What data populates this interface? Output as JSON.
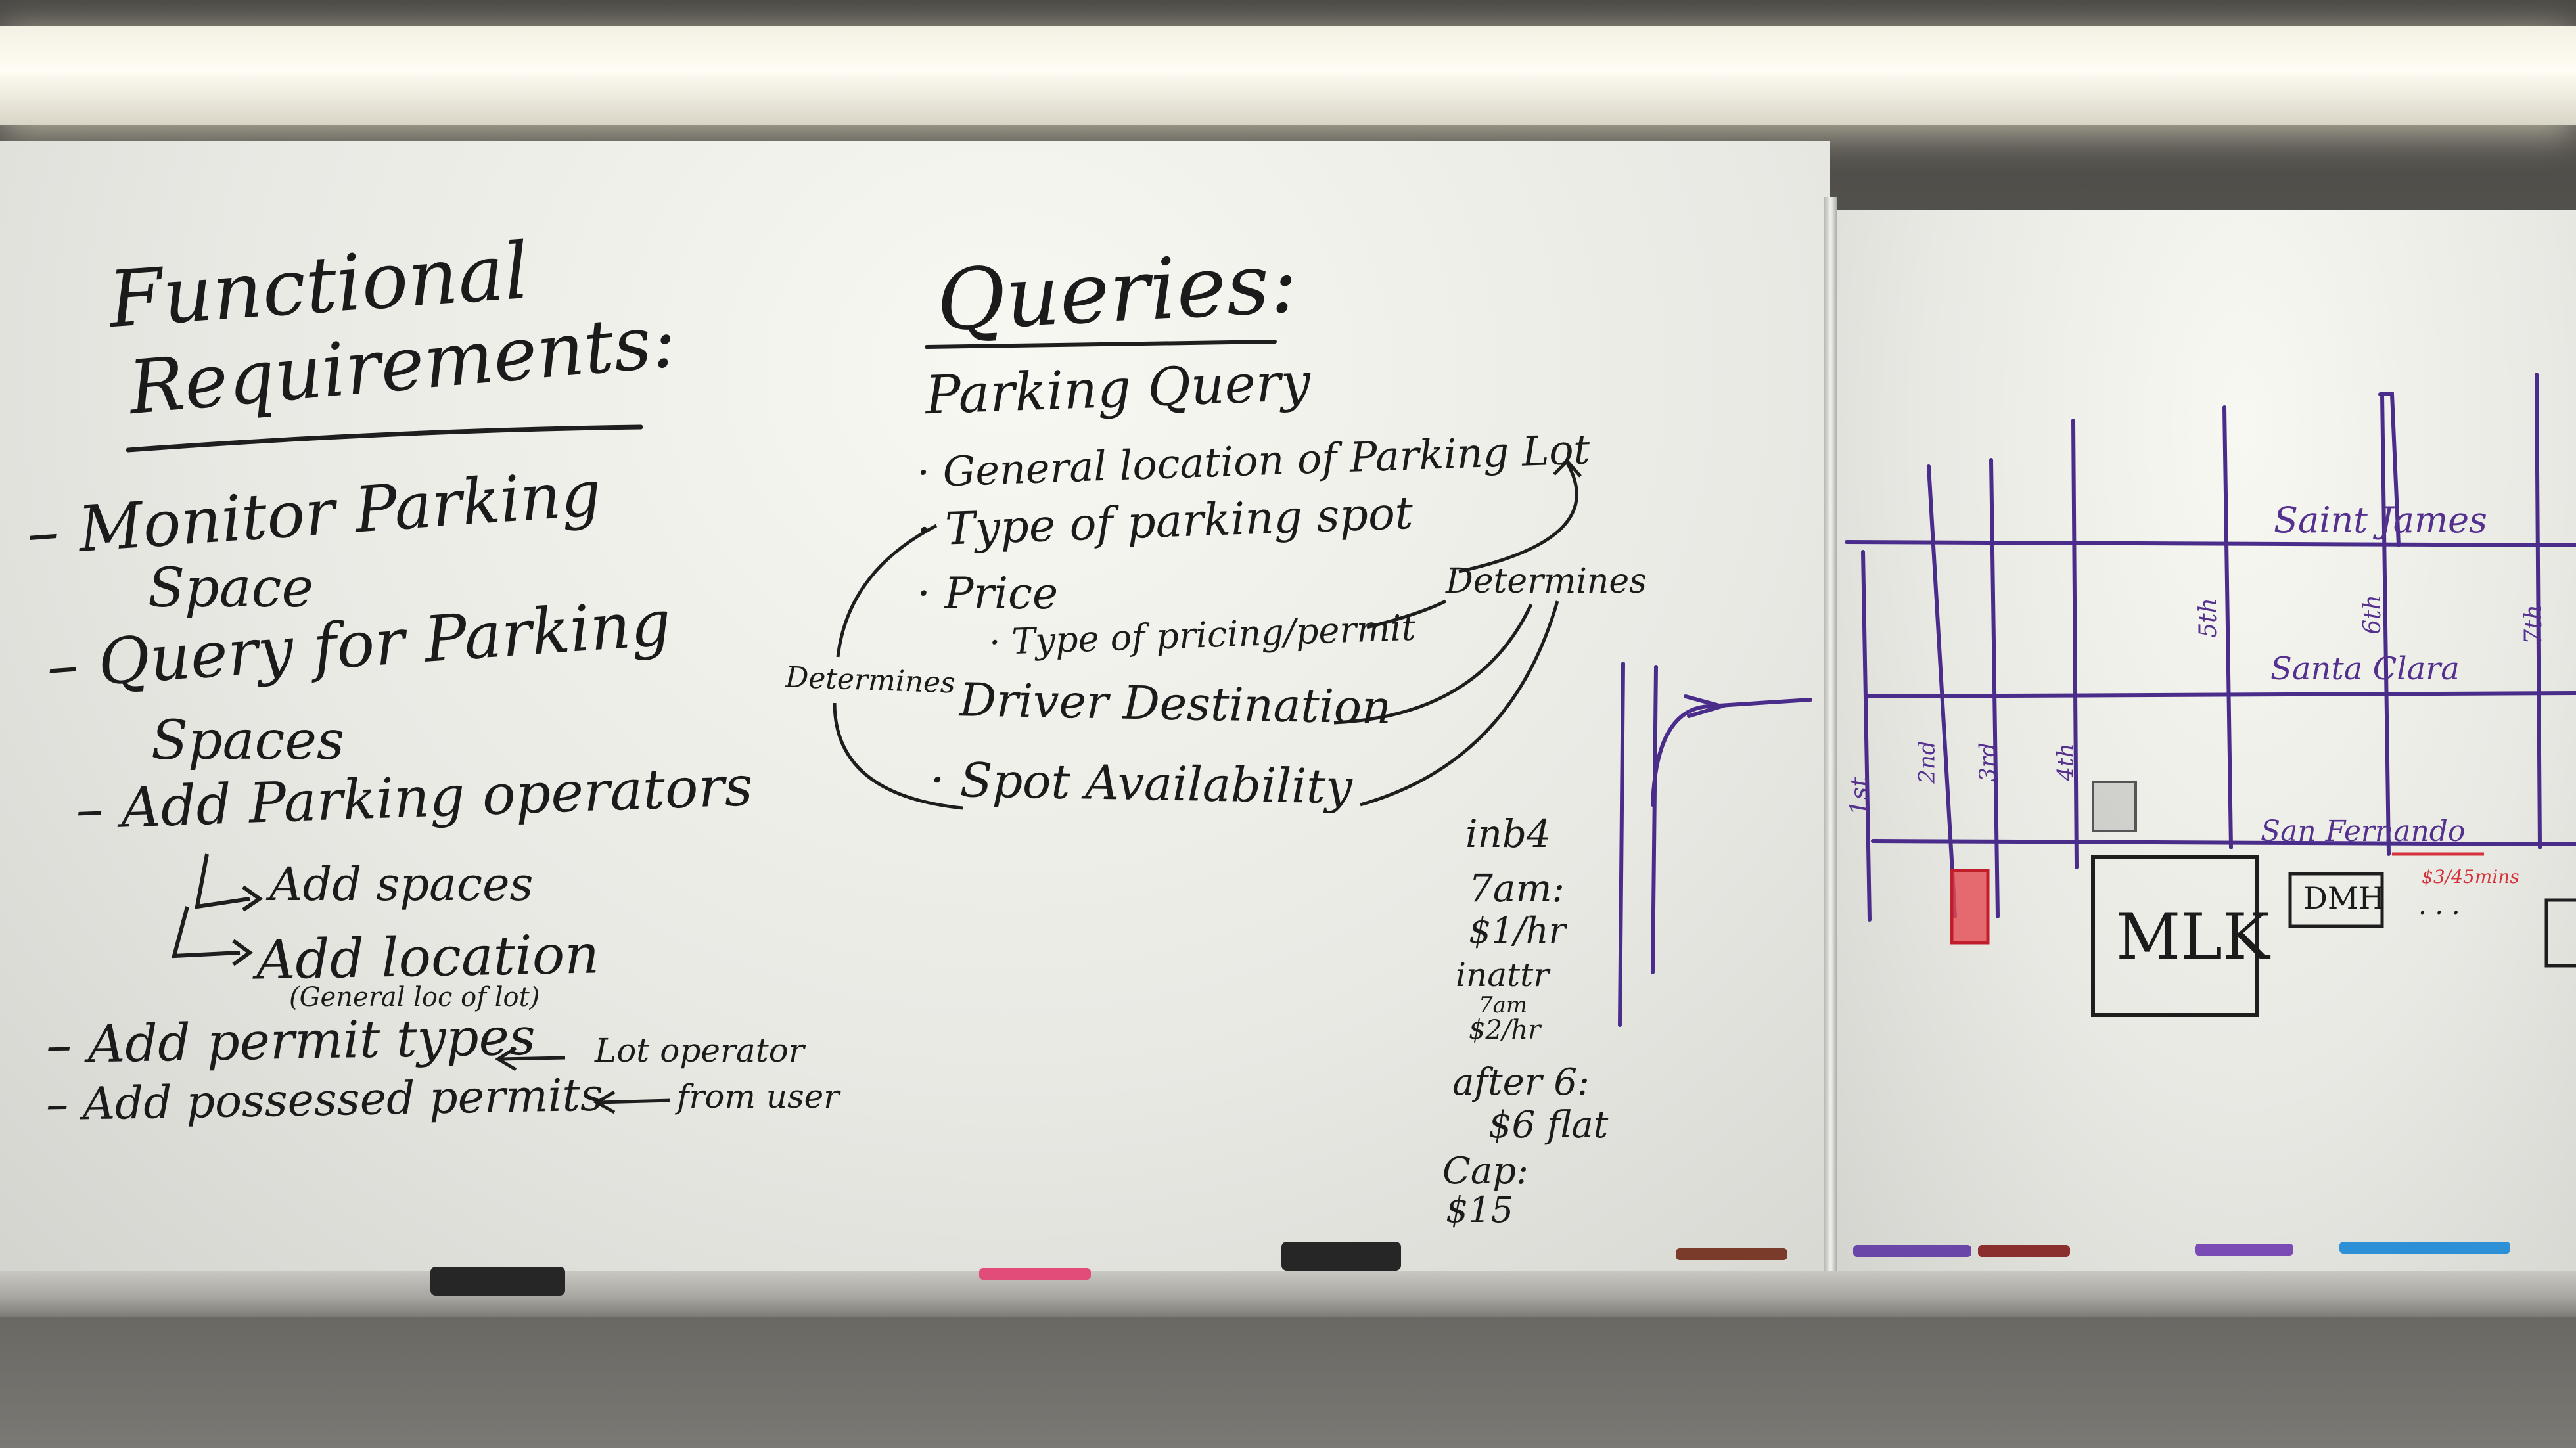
{
  "functional": {
    "title_line1": "Functional",
    "title_line2": "Requirements:",
    "item1_line1": "– Monitor Parking",
    "item1_line2": "Space",
    "item2_line1": "– Query for Parking",
    "item2_line2": "Spaces",
    "item3": "– Add Parking operators",
    "sub1": "Add spaces",
    "sub2": "Add location",
    "sub2_note": "(General loc of lot)",
    "item4": "– Add permit types",
    "item4_note": "Lot operator",
    "item5": "– Add possessed permits",
    "item5_note": "from user"
  },
  "queries": {
    "title": "Queries:",
    "subtitle": "Parking Query",
    "bullet1": "· General location of Parking Lot",
    "bullet2": "· Type of parking spot",
    "bullet3": "· Price",
    "bullet3_sub": "· Type of pricing/permit",
    "bullet4": "Driver Destination",
    "bullet5": "· Spot Availability",
    "determines_right": "Determines",
    "determines_left": "Determines"
  },
  "pricing": {
    "l1": "inb4",
    "l2": "7am:",
    "l3": "$1/hr",
    "l4": "inattr",
    "l5": "7am",
    "l6": "$2/hr",
    "l7": "after 6:",
    "l8": "$6 flat",
    "l9": "Cap:",
    "l10": "$15"
  },
  "map": {
    "street_saint_james": "Saint James",
    "street_santa_clara": "Santa Clara",
    "street_san_fernando": "San Fernando",
    "street_1st": "1st",
    "street_2nd": "2nd",
    "street_3rd": "3rd",
    "street_4th": "4th",
    "street_5th": "5th",
    "street_6th": "6th",
    "street_7th": "7th",
    "building_mlk": "MLK",
    "building_dmh": "DMH",
    "price_note": "$3/45mins",
    "ellipsis": ". . ."
  }
}
